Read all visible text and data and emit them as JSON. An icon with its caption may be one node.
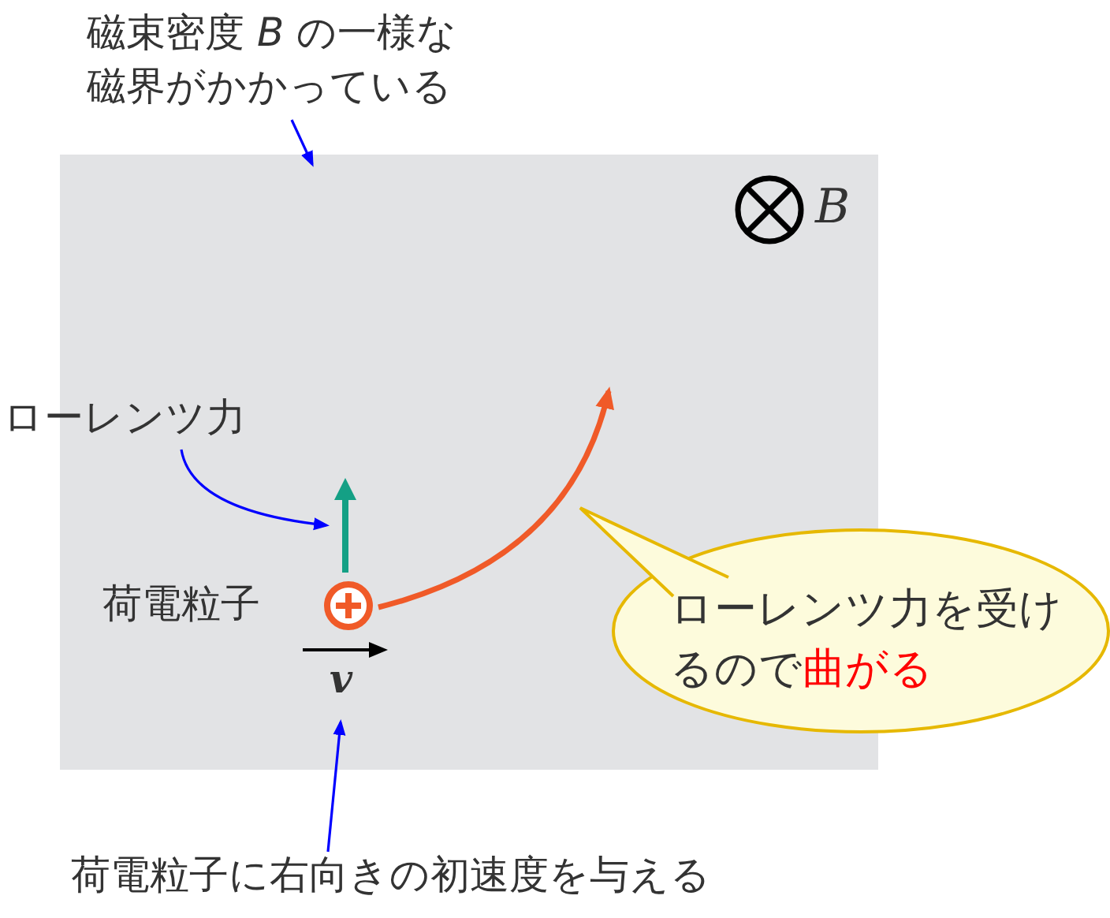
{
  "diagram": {
    "nodes": [
      {
        "text": [],
        "shape": "box"
      },
      {
        "text": [
          "磁束密度 *B* の一様な磁界がかかっている"
        ]
      },
      {
        "text": [
          "ローレンツ力"
        ]
      },
      {
        "text": [],
        "shape": "arrow",
        "in": 0
      },
      {
        "text": [],
        "shape": "circle",
        "in": 0,
        "beside": [
          "荷電粒子"
        ]
      },
      {
        "text": [
          "v"
        ],
        "in": 0
      },
      {
        "text": [
          "荷電粒子に右向きの初速度を与える"
        ]
      },
      {
        "text": [
          "ローレンツ力を受けるので**曲がる**"
        ]
      }
    ],
    "edges": [
      {
        "from": 1,
        "to": 0,
        "arrow": "to",
        "color": "#0000ff"
      },
      {
        "from": 2,
        "to": 3,
        "arrow": "to",
        "color": "#0000ff"
      },
      {
        "from": 6,
        "to": 5,
        "arrow": "to",
        "color": "#0000ff"
      },
      {
        "from": 4,
        "to": null,
        "arrow": "to",
        "style": "thick",
        "color": "#f05a28"
      }
    ],
    "labels": [
      "B"
    ]
  }
}
